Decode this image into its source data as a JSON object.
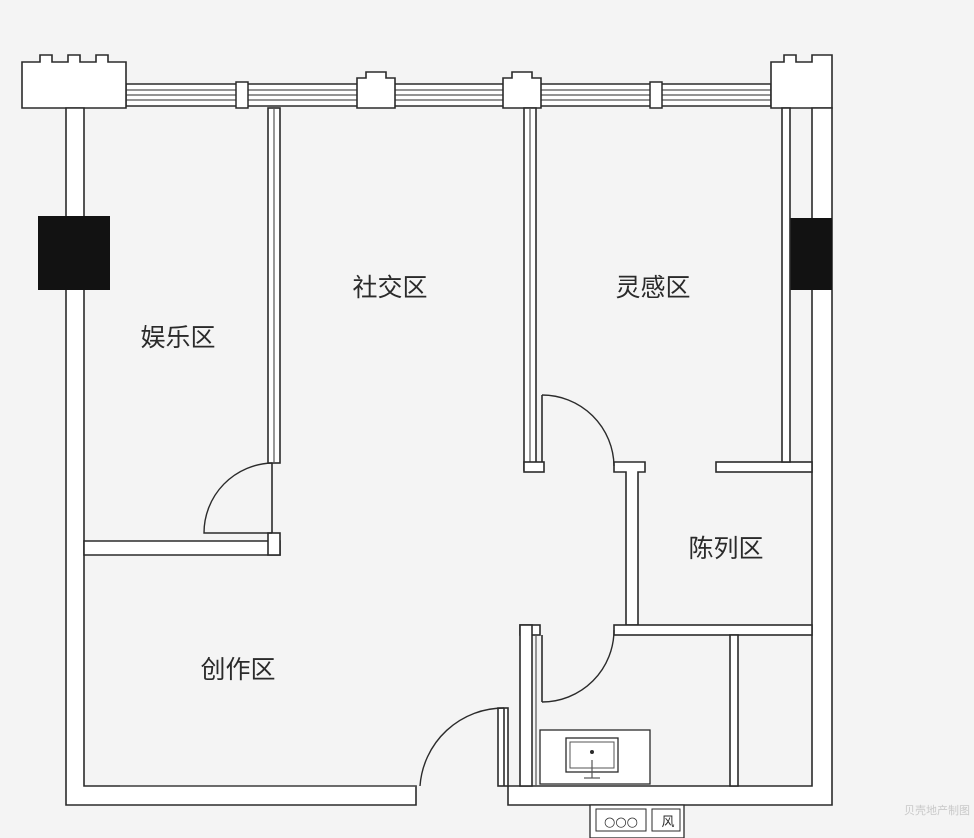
{
  "rooms": {
    "social": "社交区",
    "entertainment": "娱乐区",
    "inspiration": "灵感区",
    "display": "陈列区",
    "creation": "创作区"
  },
  "fixtures": {
    "stove_label": "○○○",
    "vent_label": "风"
  },
  "watermark": "贝壳地产制图"
}
